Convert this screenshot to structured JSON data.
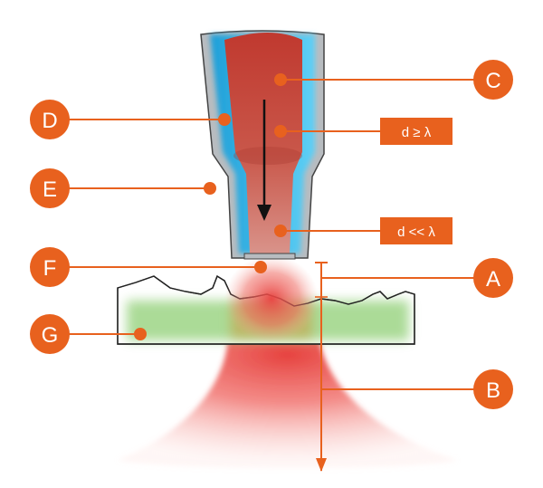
{
  "labels": {
    "a": "A",
    "b": "B",
    "c": "C",
    "d": "D",
    "e": "E",
    "f": "F",
    "g": "G"
  },
  "boxes": {
    "far_field": "d ≥ λ",
    "near_field": "d << λ"
  },
  "colors": {
    "callout": "#e8611e",
    "fiber_core": "#c9443a",
    "cladding_blue": "#2ab3ea",
    "coating_gray": "#b8bcc0",
    "sample_green": "#8fcf74",
    "light_red": "#e8403e"
  }
}
